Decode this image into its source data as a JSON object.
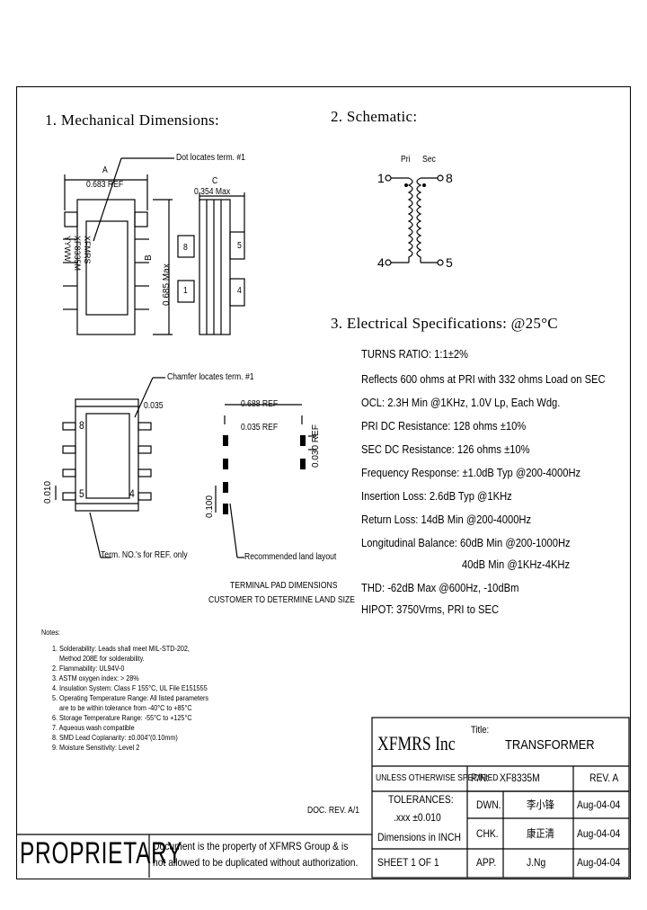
{
  "sections": {
    "mech_title": "1. Mechanical Dimensions:",
    "schem_title": "2. Schematic:",
    "elec_title": "3. Electrical Specifications: @25°C"
  },
  "mech": {
    "dot_note": "Dot locates term. #1",
    "a_label": "A",
    "a_value": "0.683 REF",
    "c_label": "C",
    "c_value": "0.354 Max",
    "b_label": "B",
    "b_value": "0.685 Max",
    "body_mark": [
      "XFMRS",
      "XF8335M",
      "YYWW"
    ],
    "chamfer_note": "Chamfer locates term. #1",
    "dim_0035": "0.035",
    "dim_0010": "0.010",
    "term_note": "Term. NO.'s for REF. only",
    "pin8": "8",
    "pin5": "5",
    "pin4": "4",
    "side_pins": [
      "8",
      "1",
      "5",
      "4"
    ],
    "pad_0688": "0.688 REF",
    "pad_0035": "0.035 REF",
    "pad_0030": "0.030 REF",
    "pad_0100": "0.100",
    "land_note": "Recommended land layout",
    "pad_caption_1": "TERMINAL PAD DIMENSIONS",
    "pad_caption_2": "CUSTOMER TO DETERMINE LAND SIZE"
  },
  "schematic": {
    "pri_label": "Pri",
    "sec_label": "Sec",
    "pin1": "1",
    "pin4": "4",
    "pin8": "8",
    "pin5": "5"
  },
  "specs": [
    "TURNS RATIO: 1:1±2%",
    "Reflects 600 ohms at PRI with 332 ohms Load on SEC",
    "OCL:  2.3H Min @1KHz, 1.0V Lp, Each Wdg.",
    "PRI DC Resistance: 128 ohms ±10%",
    "SEC DC Resistance: 126 ohms ±10%",
    "Frequency Response: ±1.0dB Typ @200-4000Hz",
    "Insertion Loss: 2.6dB Typ @1KHz",
    "Return Loss: 14dB Min @200-4000Hz",
    "Longitudinal Balance:   60dB Min @200-1000Hz",
    "40dB Min @1KHz-4KHz",
    "THD:  -62dB Max @600Hz, -10dBm",
    "HIPOT: 3750Vrms, PRI to SEC"
  ],
  "notes": {
    "title": "Notes:",
    "items": [
      "1. Solderability: Leads shall meet MIL-STD-202,",
      "    Method 208E for solderability.",
      "2. Flammability: UL94V-0",
      "3. ASTM oxygen index: > 28%",
      "4. Insulation System: Class F 155°C, UL File E151555",
      "5. Operating Temperature Range: All listed parameters",
      "    are to be within tolerance from -40°C to +85°C",
      "6. Storage Temperature Range: -55°C to +125°C",
      "7. Aqueous wash compatible",
      "8. SMD Lead Coplanarity: ±0.004\"(0.10mm)",
      "9. Moisture Sensitivity: Level 2"
    ],
    "doc_rev": "DOC. REV. A/1"
  },
  "titleblock": {
    "company": "XFMRS Inc",
    "title_label": "Title:",
    "title": "TRANSFORMER",
    "unless": "UNLESS OTHERWISE SPECIFIED",
    "pn_label": "P/N:",
    "pn": "XF8335M",
    "rev": "REV. A",
    "tol_label": "TOLERANCES:",
    "tol_value": ".xxx ±0.010",
    "dim_unit": "Dimensions in INCH",
    "dwn_label": "DWN.",
    "chk_label": "CHK.",
    "app_label": "APP.",
    "dwn_name": "李小锋",
    "chk_name": "康正清",
    "app_name": "J.Ng",
    "dwn_date": "Aug-04-04",
    "chk_date": "Aug-04-04",
    "app_date": "Aug-04-04",
    "sheet": "SHEET  1  OF  1",
    "proprietary": "PROPRIETARY",
    "prop_text_1": "Document is the property of XFMRS Group & is",
    "prop_text_2": "not allowed to be duplicated without authorization."
  }
}
